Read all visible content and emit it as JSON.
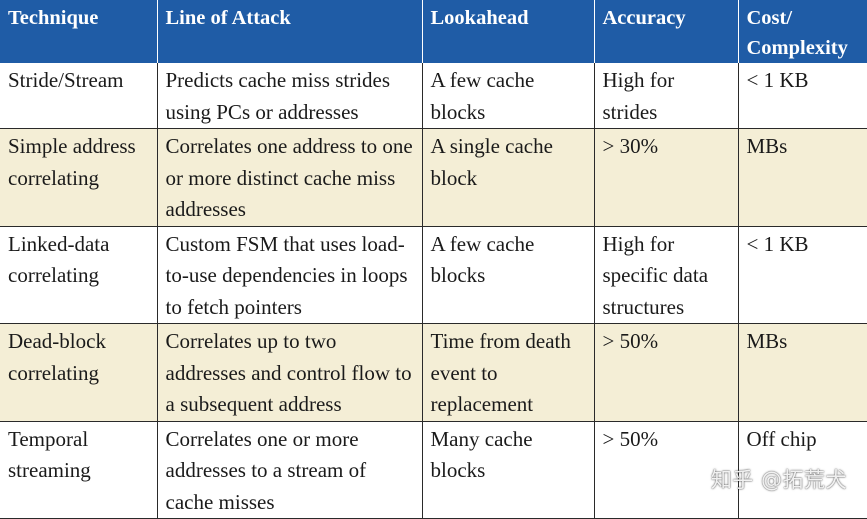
{
  "table": {
    "headers": [
      "Technique",
      "Line of Attack",
      "Lookahead",
      "Accuracy",
      "Cost/ Complexity"
    ],
    "rows": [
      [
        "Stride/Stream",
        "Predicts cache miss strides using PCs or addresses",
        "A few cache blocks",
        "High for strides",
        "< 1 KB"
      ],
      [
        "Simple address correlating",
        "Correlates one address to one or more distinct cache miss addresses",
        "A single cache block",
        "> 30%",
        "MBs"
      ],
      [
        "Linked-data correlating",
        "Custom FSM that uses load-to-use dependencies in loops to fetch pointers",
        "A few cache blocks",
        "High for specific data structures",
        "< 1 KB"
      ],
      [
        "Dead-block correlating",
        "Correlates up to two addresses and control flow to a subsequent address",
        "Time from death event to replacement",
        "> 50%",
        "MBs"
      ],
      [
        "Temporal streaming",
        "Correlates one or more addresses to a stream of cache misses",
        "Many cache blocks",
        "> 50%",
        "Off chip"
      ]
    ]
  },
  "watermark": "知乎 @拓荒犬",
  "colors": {
    "header_bg": "#1f5ca6",
    "header_text": "#ffffff",
    "alt_row_bg": "#f4eed6"
  }
}
